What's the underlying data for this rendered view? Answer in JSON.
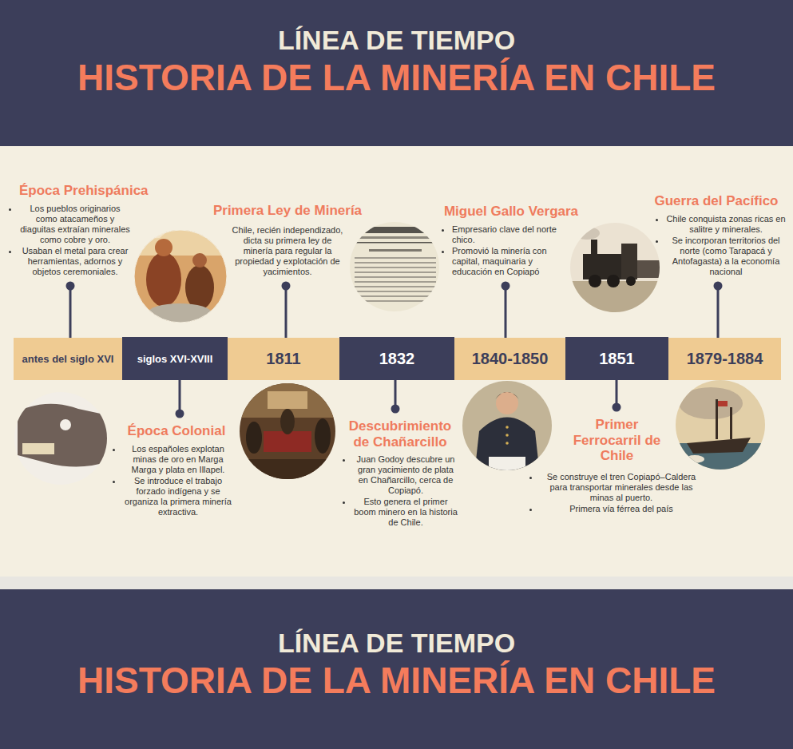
{
  "diagram": {
    "nodes": [
      {
        "text": [
          "LÍNEA DE TIEMPO",
          "HISTORIA DE LA MINERÍA EN CHILE"
        ]
      },
      {
        "text": [
          "antes del siglo XVI"
        ]
      },
      {
        "text": [
          "siglos XVI-XVIII"
        ]
      },
      {
        "text": [
          "1811"
        ]
      },
      {
        "text": [
          "1832"
        ]
      },
      {
        "text": [
          "1840-1850"
        ]
      },
      {
        "text": [
          "1851"
        ]
      },
      {
        "text": [
          "1879-1884"
        ]
      },
      {
        "text": [
          "LÍNEA DE TIEMPO",
          "HISTORIA DE LA MINERÍA EN CHILE"
        ]
      }
    ],
    "labels": [
      "Época Prehispánica",
      "Los pueblos originarios como atacameños y diaguitas extraían minerales como cobre y oro.",
      "Usaban el metal para crear herramientas, adornos y objetos ceremoniales.",
      "Época Colonial",
      "Los españoles explotan minas de oro en Marga Marga y plata en Illapel.",
      "Se introduce el trabajo forzado indígena y se organiza la primera minería extractiva.",
      "Primera Ley de Minería",
      "Chile, recién independizado, dicta su primera ley de minería para regular la propiedad y explotación de yacimientos.",
      "Descubrimiento de Chañarcillo",
      "Juan Godoy descubre un gran yacimiento de plata en Chañarcillo, cerca de Copiapó.",
      "Esto genera el primer boom minero en la historia de Chile.",
      "Miguel Gallo Vergara",
      "Empresario clave del norte chico.",
      "Promovió la minería con capital, maquinaria y educación en Copiapó",
      "Primer Ferrocarril de Chile",
      "Se construye el tren Copiapó–Caldera para transportar minerales desde las minas al puerto.",
      "Primera vía férrea del país",
      "Guerra del Pacífico",
      "Chile conquista zonas ricas en salitre y minerales.",
      "Se incorporan territorios del norte (como Tarapacá y Antofagasta) a la economía nacional"
    ]
  }
}
